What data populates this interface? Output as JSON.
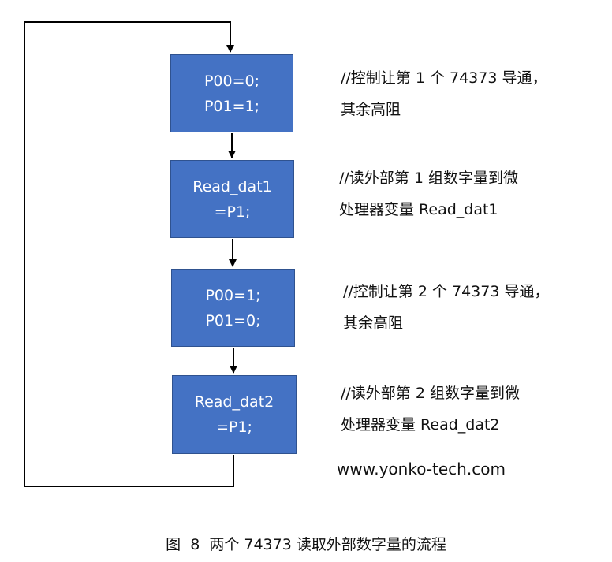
{
  "boxes": [
    {
      "line1": "P00=0;",
      "line2": "P01=1;"
    },
    {
      "line1": "Read_dat1",
      "line2": "=P1;"
    },
    {
      "line1": "P00=1;",
      "line2": "P01=0;"
    },
    {
      "line1": "Read_dat2",
      "line2": "=P1;"
    }
  ],
  "comments": [
    {
      "line1": "//控制让第 1 个 74373 导通，",
      "line2": "其余高阻"
    },
    {
      "line1": "//读外部第  1  组数字量到微",
      "line2": "处理器变量 Read_dat1"
    },
    {
      "line1": "//控制让第 2 个 74373 导通，",
      "line2": "其余高阻"
    },
    {
      "line1": "//读外部第  2  组数字量到微",
      "line2": "处理器变量 Read_dat2"
    }
  ],
  "website": "www.yonko-tech.com",
  "caption": {
    "label": "图",
    "number": "8",
    "text": "两个 74373 读取外部数字量的流程"
  },
  "colors": {
    "box_fill": "#4472C4",
    "box_border": "#2F528F",
    "line": "#000000"
  }
}
